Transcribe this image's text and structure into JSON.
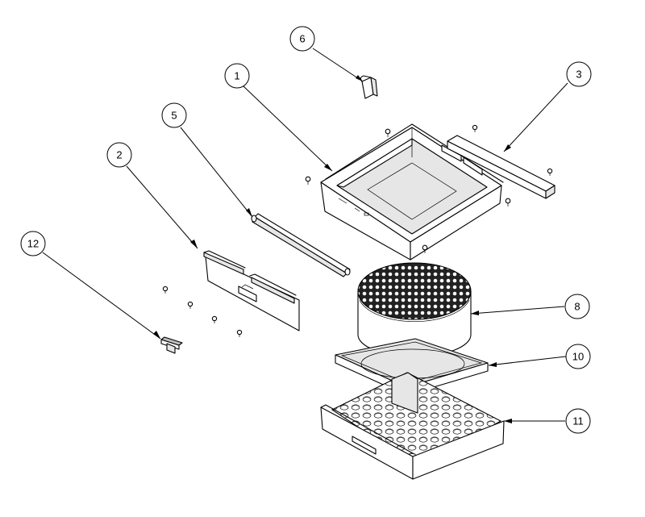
{
  "callouts": [
    {
      "id": "c1",
      "label": "1"
    },
    {
      "id": "c2",
      "label": "2"
    },
    {
      "id": "c3",
      "label": "3"
    },
    {
      "id": "c5",
      "label": "5"
    },
    {
      "id": "c6",
      "label": "6"
    },
    {
      "id": "c8",
      "label": "8"
    },
    {
      "id": "c10",
      "label": "10"
    },
    {
      "id": "c11",
      "label": "11"
    },
    {
      "id": "c12",
      "label": "12"
    }
  ]
}
